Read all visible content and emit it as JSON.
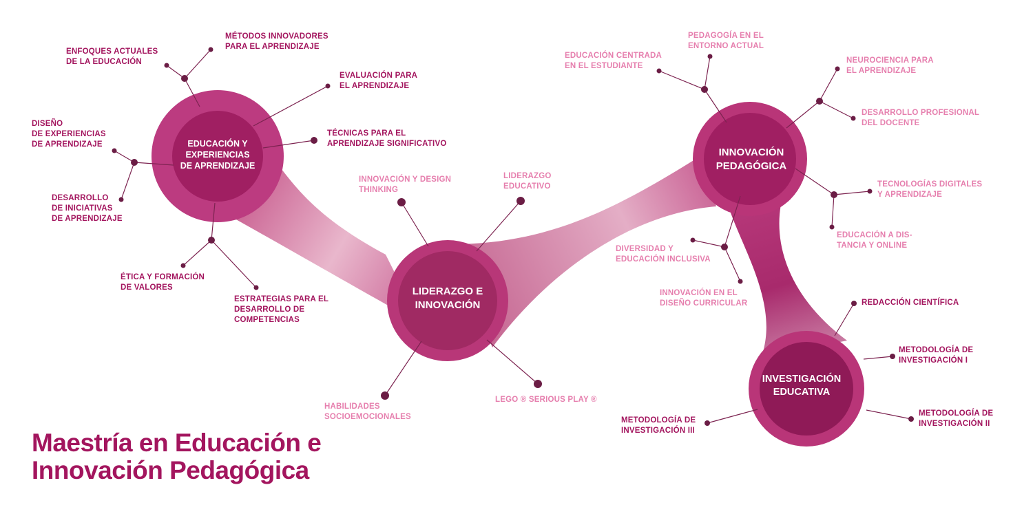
{
  "colors": {
    "accent": "#a3155e",
    "node_outer": "#bc3b80",
    "node_inner": "#a01f62",
    "connector": "#c46a93",
    "line": "#7c2350",
    "dot": "#6b1d45",
    "light_text": "#e67fae"
  },
  "title": "Maestría en Educación e\nInnovación Pedagógica",
  "hubs": {
    "educacion": "EDUCACIÓN Y\nEXPERIENCIAS\nDE APRENDIZAJE",
    "liderazgo": "LIDERAZGO E\nINNOVACIÓN",
    "innovacion": "INNOVACIÓN\nPEDAGÓGICA",
    "investigacion": "INVESTIGACIÓN\nEDUCATIVA"
  },
  "labels": {
    "enfoques": "ENFOQUES ACTUALES\nDE LA EDUCACIÓN",
    "metodos": "MÉTODOS INNOVADORES\nPARA EL APRENDIZAJE",
    "evaluacion": "EVALUACIÓN PARA\nEL APRENDIZAJE",
    "tecnicas": "TÉCNICAS PARA EL\nAPRENDIZAJE SIGNIFICATIVO",
    "diseno": "DISEÑO\nDE EXPERIENCIAS\nDE APRENDIZAJE",
    "desarrollo_iniciativas": "DESARROLLO\nDE INICIATIVAS\nDE APRENDIZAJE",
    "etica": "ÉTICA Y FORMACIÓN\nDE VALORES",
    "estrategias": "ESTRATEGIAS PARA EL\nDESARROLLO DE\nCOMPETENCIAS",
    "design_thinking": "INNOVACIÓN Y DESIGN\nTHINKING",
    "liderazgo_educativo": "LIDERAZGO\nEDUCATIVO",
    "habilidades": "HABILIDADES\nSOCIOEMOCIONALES",
    "lego": "LEGO ® SERIOUS PLAY ®",
    "educacion_centrada": "EDUCACIÓN CENTRADA\nEN EL ESTUDIANTE",
    "pedagogia": "PEDAGOGÍA EN EL\nENTORNO ACTUAL",
    "neurociencia": "NEUROCIENCIA PARA\nEL APRENDIZAJE",
    "desarrollo_profesional": "DESARROLLO PROFESIONAL\nDEL DOCENTE",
    "tecnologias": "TECNOLOGÍAS DIGITALES\nY APRENDIZAJE",
    "distancia": "EDUCACIÓN A DIS-\nTANCIA Y ONLINE",
    "diversidad": "DIVERSIDAD Y\nEDUCACIÓN INCLUSIVA",
    "diseno_curricular": "INNOVACIÓN EN EL\nDISEÑO CURRICULAR",
    "redaccion": "REDACCIÓN CIENTÍFICA",
    "metodologia_1": "METODOLOGÍA DE\nINVESTIGACIÓN I",
    "metodologia_2": "METODOLOGÍA DE\nINVESTIGACIÓN II",
    "metodologia_3": "METODOLOGÍA DE\nINVESTIGACIÓN III"
  }
}
